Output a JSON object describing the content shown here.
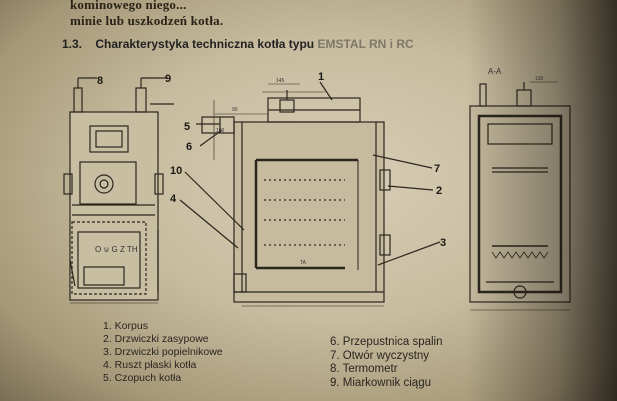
{
  "top_text": {
    "line1": "kominowego niego...",
    "line2": "minie lub uszkodzeń kotła."
  },
  "section": {
    "number": "1.3.",
    "title": "Charakterystyka techniczna kotła typu",
    "brand": "EMSTAL RN i RC"
  },
  "drawing": {
    "callouts": [
      "8",
      "9",
      "5",
      "6",
      "10",
      "4",
      "1",
      "7",
      "2",
      "3"
    ],
    "section_label": "A-A",
    "door_marking": "O ⊍ G Z TH",
    "dims": {
      "d1": "145",
      "d2": "90",
      "d3": "150",
      "d4": "130",
      "d5": "TA"
    }
  },
  "legend_left": [
    "1. Korpus",
    "2. Drzwiczki zasypowe",
    "3. Drzwiczki popielnikowe",
    "4. Ruszt płaski kotła",
    "5. Czopuch kotła"
  ],
  "legend_right": [
    "6. Przepustnica spalin",
    "7. Otwór wyczystny",
    "8. Termometr",
    "9. Miarkownik ciągu"
  ],
  "colors": {
    "paper": "#cfc5ab",
    "ink": "#2a2520",
    "brand_gray": "#7f7868"
  }
}
